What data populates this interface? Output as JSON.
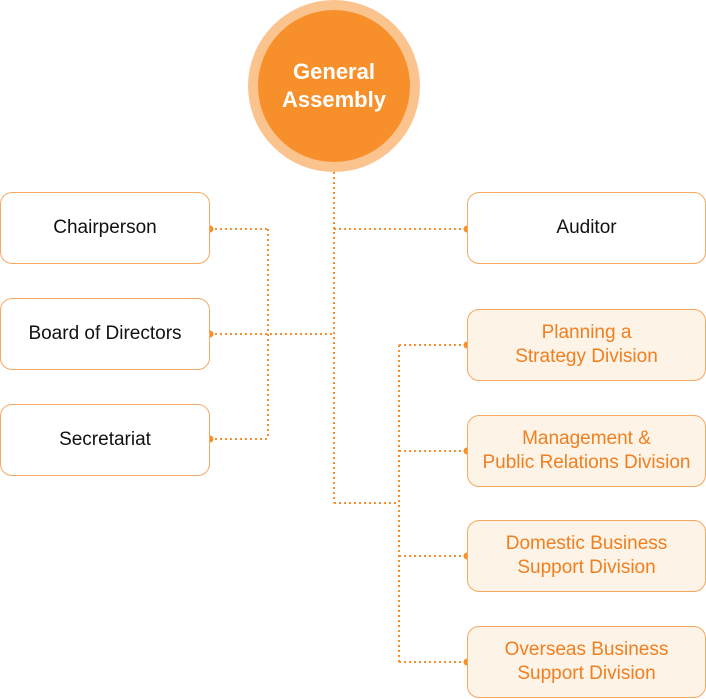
{
  "root": {
    "label": "General\nAssembly"
  },
  "left_nodes": [
    {
      "label": "Chairperson"
    },
    {
      "label": "Board of Directors"
    },
    {
      "label": "Secretariat"
    }
  ],
  "auditor": {
    "label": "Auditor"
  },
  "divisions": [
    {
      "label": "Planning a\nStrategy Division"
    },
    {
      "label": "Management &\nPublic Relations Division"
    },
    {
      "label": "Domestic Business\nSupport Division"
    },
    {
      "label": "Overseas Business\nSupport Division"
    }
  ],
  "colors": {
    "accent": "#f7902a",
    "accent_light": "#fbc48e",
    "border": "#f4a962",
    "division_fill": "#fdf3e6",
    "division_text": "#f07f20",
    "connector": "#f7902a"
  }
}
